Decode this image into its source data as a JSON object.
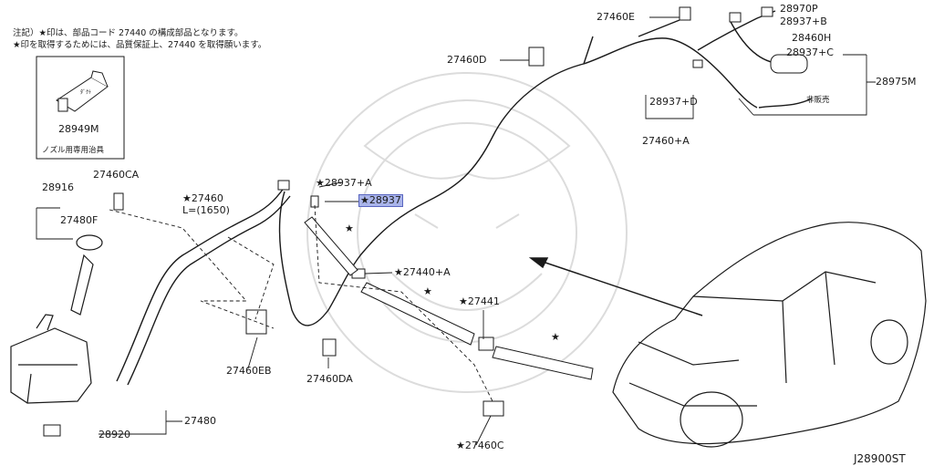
{
  "notes": {
    "line1": "注記）★印は、部品コード 27440 の構成部品となります。",
    "line2": "★印を取得するためには、品質保証上、27440 を取得願います。"
  },
  "inset": {
    "part": "28949M",
    "caption": "ノズル用専用治具",
    "device_text": "ﾀﾞｸﾄ"
  },
  "callouts": [
    {
      "id": "c27460E",
      "text": "27460E"
    },
    {
      "id": "c28970P",
      "text": "28970P"
    },
    {
      "id": "c28937B",
      "text": "28937+B"
    },
    {
      "id": "c28460H",
      "text": "28460H"
    },
    {
      "id": "c28937C",
      "text": "28937+C"
    },
    {
      "id": "c28975M",
      "text": "28975M"
    },
    {
      "id": "c27460D",
      "text": "27460D"
    },
    {
      "id": "cNotSold",
      "text": "非販売"
    },
    {
      "id": "c28937D",
      "text": "28937+D"
    },
    {
      "id": "c27460A",
      "text": "27460+A"
    },
    {
      "id": "c28916",
      "text": "28916"
    },
    {
      "id": "c27460CA",
      "text": "27460CA"
    },
    {
      "id": "c27480F",
      "text": "27480F"
    },
    {
      "id": "c27460",
      "text": "★27460"
    },
    {
      "id": "cL1650",
      "text": "L=(1650)"
    },
    {
      "id": "c28937A",
      "text": "★28937+A"
    },
    {
      "id": "c28937",
      "text": "★28937"
    },
    {
      "id": "c27440A",
      "text": "★27440+A"
    },
    {
      "id": "c27441",
      "text": "★27441"
    },
    {
      "id": "c27460EB",
      "text": "27460EB"
    },
    {
      "id": "c27460DA",
      "text": "27460DA"
    },
    {
      "id": "c27480",
      "text": "27480"
    },
    {
      "id": "c28920",
      "text": "28920"
    },
    {
      "id": "c27460C",
      "text": "★27460C"
    },
    {
      "id": "star1",
      "text": "★"
    },
    {
      "id": "star2",
      "text": "★"
    },
    {
      "id": "star3",
      "text": "★"
    },
    {
      "id": "cJ28900ST",
      "text": "J28900ST"
    }
  ],
  "highlight": "c28937",
  "colors": {
    "ink": "#1a1a1a",
    "highlight": "#a9b4ea",
    "watermark": "#d9d9d9"
  }
}
